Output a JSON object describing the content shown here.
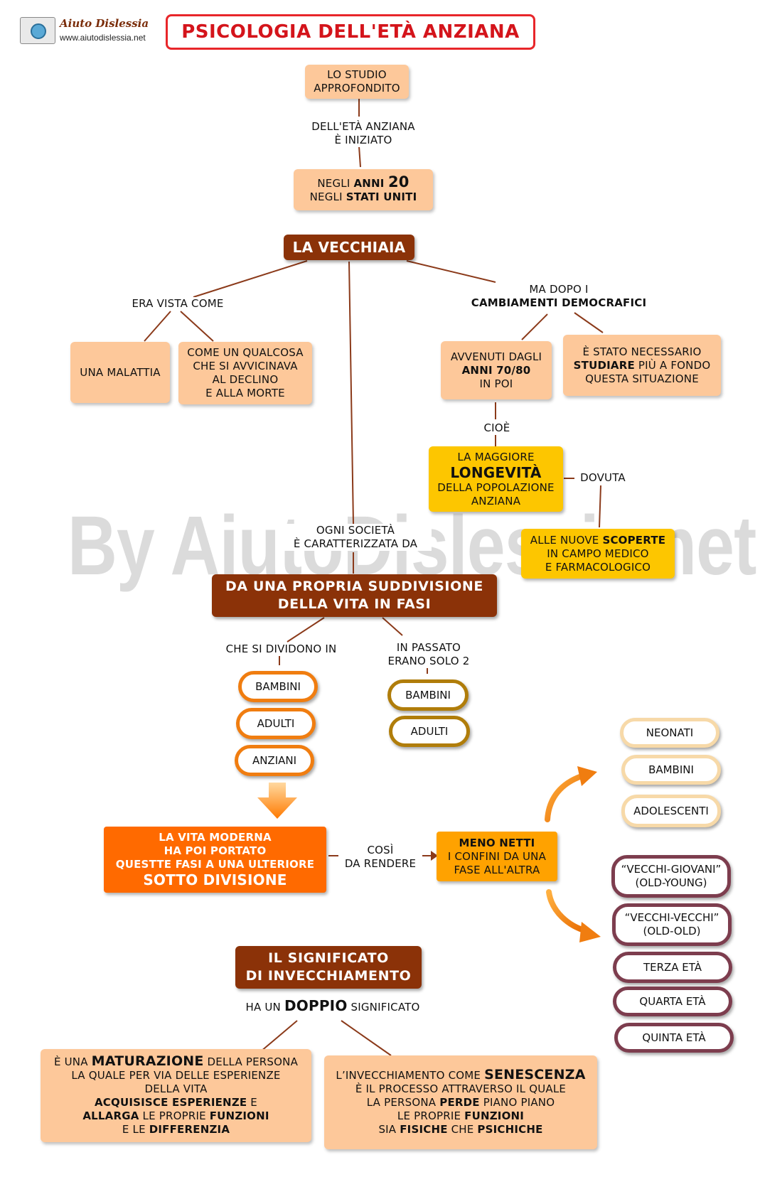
{
  "header": {
    "logo_title": "Aiuto Dislessia",
    "logo_url": "www.aiutodislessia.net",
    "title": "PSICOLOGIA DELL'ETÀ ANZIANA"
  },
  "watermark": "By AiutoDislessia.net",
  "colors": {
    "title_border": "#e8262a",
    "title_text": "#d4141b",
    "dark_box": "#8b3208",
    "peach_box": "#fdc89a",
    "yellow_box": "#fdc600",
    "orange_box": "#ff6a00"
  },
  "study": {
    "box": [
      "LO STUDIO",
      "APPROFONDITO"
    ],
    "link": [
      "DELL'ETÀ ANZIANA",
      "È INIZIATO"
    ],
    "when_pre": "NEGLI ",
    "when_bold": "ANNI ",
    "when_num": "20",
    "where_pre": "NEGLI ",
    "where_bold": "STATI UNITI"
  },
  "vecchiaia": {
    "title": "LA VECCHIAIA",
    "link_left": "ERA VISTA COME",
    "malattia": "UNA MALATTIA",
    "qualcosa": [
      "COME UN QUALCOSA",
      "CHE SI AVVICINAVA",
      "AL DECLINO",
      "E ALLA MORTE"
    ],
    "link_right_1": "MA DOPO I",
    "link_right_2": "CAMBIAMENTI DEMOCRAFICI",
    "avvenuti_1": "AVVENUTI DAGLI",
    "avvenuti_2": "ANNI 70/80",
    "avvenuti_3": "IN POI",
    "necessario_1": "È STATO NECESSARIO",
    "necessario_2b": "STUDIARE",
    "necessario_2": " PIÙ A FONDO",
    "necessario_3": "QUESTA SITUAZIONE",
    "cioe": "CIOÈ",
    "longevita_1": "LA MAGGIORE",
    "longevita_2": "LONGEVITÀ",
    "longevita_3": "DELLA POPOLAZIONE",
    "longevita_4": "ANZIANA",
    "dovuta": "DOVUTA",
    "scoperte_1": "ALLE NUOVE ",
    "scoperte_1b": "SCOPERTE",
    "scoperte_2": "IN CAMPO MEDICO",
    "scoperte_3": "E FARMACOLOGICO",
    "link_center": [
      "OGNI SOCIETÀ",
      "È CARATTERIZZATA DA"
    ]
  },
  "suddivisione": {
    "title": [
      "DA UNA PROPRIA SUDDIVISIONE",
      "DELLA VITA IN FASI"
    ],
    "link_left": "CHE SI DIVIDONO IN",
    "link_right": [
      "IN PASSATO",
      "ERANO SOLO 2"
    ],
    "fasi_oggi": [
      "BAMBINI",
      "ADULTI",
      "ANZIANI"
    ],
    "fasi_passato": [
      "BAMBINI",
      "ADULTI"
    ]
  },
  "moderna": {
    "box": [
      "LA VITA MODERNA",
      "HA POI PORTATO",
      "QUESTTE FASI A UNA ULTERIORE"
    ],
    "box_big": "SOTTO DIVISIONE",
    "link": [
      "COSÌ",
      "DA RENDERE"
    ],
    "netti_b": "MENO NETTI",
    "netti": [
      "I CONFINI DA UNA",
      "FASE ALL'ALTRA"
    ],
    "giovani": [
      "NEONATI",
      "BAMBINI",
      "ADOLESCENTI"
    ],
    "anziani": [
      [
        "“VECCHI-GIOVANI”",
        "(OLD-YOUNG)"
      ],
      [
        "“VECCHI-VECCHI”",
        "(OLD-OLD)"
      ],
      [
        "TERZA ETÀ"
      ],
      [
        "QUARTA ETÀ"
      ],
      [
        "QUINTA  ETÀ"
      ]
    ]
  },
  "significato": {
    "title": [
      "IL SIGNIFICATO",
      "DI INVECCHIAMENTO"
    ],
    "link_pre": "HA UN ",
    "link_b": "DOPPIO",
    "link_post": " SIGNIFICATO",
    "mat_1": "È UNA ",
    "mat_1b": "MATURAZIONE",
    "mat_1c": " DELLA PERSONA",
    "mat_2": "LA QUALE PER VIA DELLE ESPERIENZE",
    "mat_3": "DELLA VITA",
    "mat_4b": "ACQUISISCE ESPERIENZE",
    "mat_4": " E",
    "mat_5b": "ALLARGA",
    "mat_5": " LE PROPRIE ",
    "mat_5c": "FUNZIONI",
    "mat_6": "E LE ",
    "mat_6b": "DIFFERENZIA",
    "sen_1": "L’INVECCHIAMENTO COME ",
    "sen_1b": "SENESCENZA",
    "sen_2": "È IL PROCESSO ATTRAVERSO IL QUALE",
    "sen_3": "LA PERSONA ",
    "sen_3b": "PERDE",
    "sen_3c": " PIANO PIANO",
    "sen_4": "LE PROPRIE ",
    "sen_4b": "FUNZIONI",
    "sen_5": "SIA ",
    "sen_5b": "FISICHE",
    "sen_5c": " CHE ",
    "sen_5d": "PSICHICHE"
  }
}
